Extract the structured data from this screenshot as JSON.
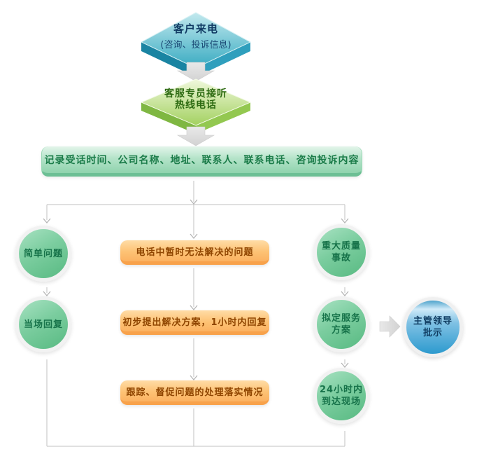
{
  "flowchart": {
    "start_diamond": {
      "title": "客户来电",
      "subtitle": "(咨询、投诉信息)"
    },
    "answer_diamond": {
      "line1": "客服专员接听",
      "line2": "热线电话"
    },
    "record_bar": {
      "label": "记录受话时间、公司名称、地址、联系人、联系电话、咨询投诉内容"
    },
    "left_branch": {
      "step1": "简单问题",
      "step2": "当场回复"
    },
    "middle_branch": {
      "step1": "电话中暂时无法解决的问题",
      "step2": "初步提出解决方案，1小时内回复",
      "step3": "跟踪、督促问题的处理落实情况"
    },
    "right_branch": {
      "step1_line1": "重大质量",
      "step1_line2": "事故",
      "step2_line1": "拟定服务",
      "step2_line2": "方案",
      "step3_line1": "24小时内",
      "step3_line2": "到达现场"
    },
    "approval_circle": {
      "line1": "主管领导",
      "line2": "批示"
    }
  },
  "colors": {
    "teal_diamond": "#3dadc3",
    "teal_side_dark": "#1a84a2",
    "green_diamond": "#a9d566",
    "green_bar": "#8fd3ad",
    "green_bar_edge": "#6cbf94",
    "green_circle": "#58ba82",
    "orange_box": "#fbb262",
    "orange_box_edge": "#f8a24b",
    "blue_circle": "#2d9ace",
    "block_arrow_gray": "#d9d9d9",
    "connector_gray": "#c0c0c0"
  }
}
